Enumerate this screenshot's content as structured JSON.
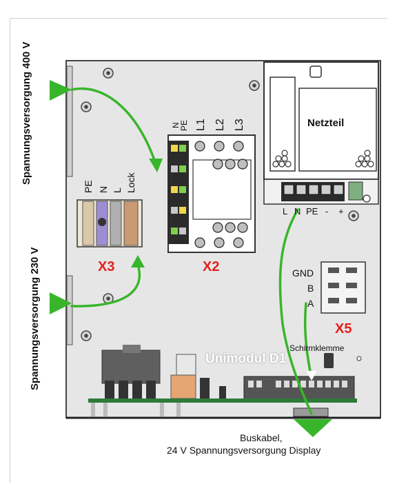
{
  "side_labels": {
    "supply_400v": "Spannungsversorgung 400 V",
    "supply_230v": "Spannungsversorgung 230 V"
  },
  "x3": {
    "name": "X3",
    "terminals": [
      "PE",
      "N",
      "L",
      "Lock"
    ]
  },
  "x2": {
    "name": "X2",
    "terminals_left": [
      "N",
      "PE"
    ],
    "terminals": [
      "L1",
      "L2",
      "L3"
    ]
  },
  "psu": {
    "name": "Netzteil",
    "terminals": [
      "L",
      "N",
      "PE",
      "-",
      "+"
    ]
  },
  "x5": {
    "name": "X5",
    "terminals": [
      "GND",
      "B",
      "A"
    ],
    "shield": "Schirmklemme"
  },
  "module": {
    "name": "Unimodul D1"
  },
  "bus_caption": {
    "line1": "Buskabel,",
    "line2": "24 V Spannungsversorgung Display"
  },
  "colors": {
    "arrow_green": "#38b52a",
    "label_red": "#e3201b",
    "panel_gray": "#e6e6e6"
  }
}
